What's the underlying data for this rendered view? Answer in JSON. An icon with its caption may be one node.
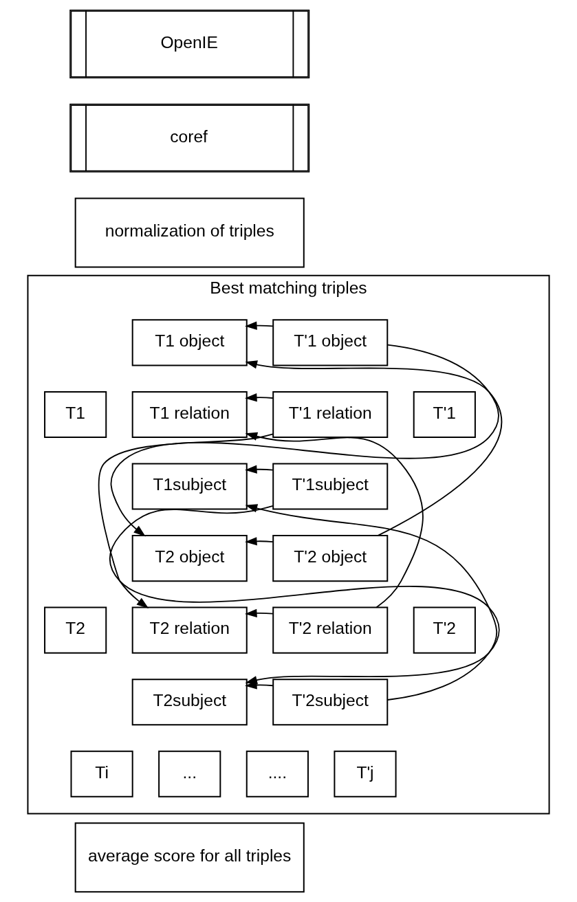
{
  "diagram": {
    "nodes": [
      {
        "text": [
          "OpenIE"
        ]
      },
      {
        "text": [
          "coref"
        ]
      },
      {
        "text": [
          "normalization of triples"
        ]
      },
      {
        "text": [
          "Best matching triples"
        ]
      },
      {
        "text": [
          "T1 object"
        ],
        "in": 3
      },
      {
        "text": [
          "T'1 object"
        ],
        "in": 3
      },
      {
        "text": [
          "T1"
        ],
        "in": 3
      },
      {
        "text": [
          "T1 relation"
        ],
        "in": 3
      },
      {
        "text": [
          "T'1 relation"
        ],
        "in": 3
      },
      {
        "text": [
          "T'1"
        ],
        "in": 3
      },
      {
        "text": [
          "T1subject"
        ],
        "in": 3
      },
      {
        "text": [
          "T'1subject"
        ],
        "in": 3
      },
      {
        "text": [
          "T2 object"
        ],
        "in": 3
      },
      {
        "text": [
          "T'2 object"
        ],
        "in": 3
      },
      {
        "text": [
          "T2"
        ],
        "in": 3
      },
      {
        "text": [
          "T2 relation"
        ],
        "in": 3
      },
      {
        "text": [
          "T'2 relation"
        ],
        "in": 3
      },
      {
        "text": [
          "T'2"
        ],
        "in": 3
      },
      {
        "text": [
          "T2subject"
        ],
        "in": 3
      },
      {
        "text": [
          "T'2subject"
        ],
        "in": 3
      },
      {
        "text": [
          "Ti"
        ],
        "in": 3
      },
      {
        "text": [
          "..."
        ],
        "in": 3
      },
      {
        "text": [
          "...."
        ],
        "in": 3
      },
      {
        "text": [
          "T'j"
        ],
        "in": 3
      },
      {
        "text": [
          "average score for all triples"
        ]
      }
    ],
    "edges": [
      {
        "from": 5,
        "to": 4,
        "arrow": "to"
      },
      {
        "from": 5,
        "to": 12,
        "arrow": "to"
      },
      {
        "from": 8,
        "to": 7,
        "arrow": "to"
      },
      {
        "from": 8,
        "to": 15,
        "arrow": "to"
      },
      {
        "from": 11,
        "to": 10,
        "arrow": "to"
      },
      {
        "from": 11,
        "to": 18,
        "arrow": "to"
      },
      {
        "from": 13,
        "to": 12,
        "arrow": "to"
      },
      {
        "from": 13,
        "to": 4,
        "arrow": "to"
      },
      {
        "from": 16,
        "to": 15,
        "arrow": "to"
      },
      {
        "from": 16,
        "to": 7,
        "arrow": "to"
      },
      {
        "from": 19,
        "to": 18,
        "arrow": "to"
      },
      {
        "from": 19,
        "to": 10,
        "arrow": "to"
      }
    ]
  }
}
